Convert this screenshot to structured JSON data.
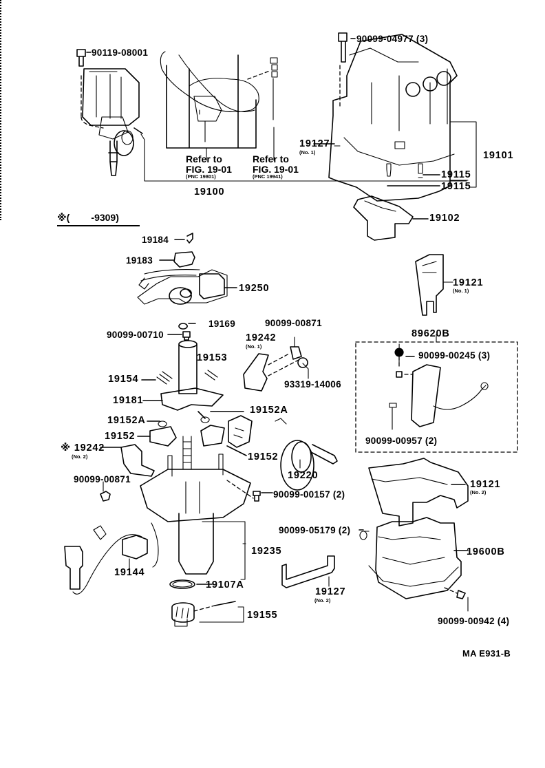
{
  "figure_code": "MA E931-B",
  "applicability_note": {
    "symbol": "※",
    "text": "(        -9309)"
  },
  "references": [
    {
      "line1": "Refer to",
      "line2": "FIG. 19-01",
      "line3": "(PNC 19801)"
    },
    {
      "line1": "Refer to",
      "line2": "FIG. 19-01",
      "line3": "(PNC 19941)"
    }
  ],
  "part_labels": {
    "p90119_08001": "90119-08001",
    "p19100": "19100",
    "p90099_04977": "90099-04977 (3)",
    "p19127_no1": "19127",
    "p19127_no1_sub": "(No. 1)",
    "p19101": "19101",
    "p19115_a": "19115",
    "p19115_b": "19115",
    "p19102": "19102",
    "p19184": "19184",
    "p19183": "19183",
    "p19250": "19250",
    "p19169": "19169",
    "p90099_00710": "90099-00710",
    "p19121_no1": "19121",
    "p19121_no1_sub": "(No. 1)",
    "p90099_00871_top": "90099-00871",
    "p19242_no1": "19242",
    "p19242_no1_sub": "(No. 1)",
    "p93319_14006": "93319-14006",
    "p89620B": "89620B",
    "p90099_00245": "90099-00245 (3)",
    "p90099_00957": "90099-00957 (2)",
    "p19153": "19153",
    "p19154": "19154",
    "p19181": "19181",
    "p19152A_left": "19152A",
    "p19152A_right": "19152A",
    "p19152_left": "19152",
    "p19152_right": "19152",
    "p19242_no2_mark": "※",
    "p19242_no2": "19242",
    "p19242_no2_sub": "(No. 2)",
    "p19220": "19220",
    "p90099_00871_bottom": "90099-00871",
    "p90099_00157": "90099-00157 (2)",
    "p19121_no2": "19121",
    "p19121_no2_sub": "(No. 2)",
    "p90099_05179": "90099-05179 (2)",
    "p19235": "19235",
    "p19600B": "19600B",
    "p19144": "19144",
    "p19107A": "19107A",
    "p19127_no2": "19127",
    "p19127_no2_sub": "(No. 2)",
    "p19155": "19155",
    "p90099_00942": "90099-00942 (4)"
  }
}
